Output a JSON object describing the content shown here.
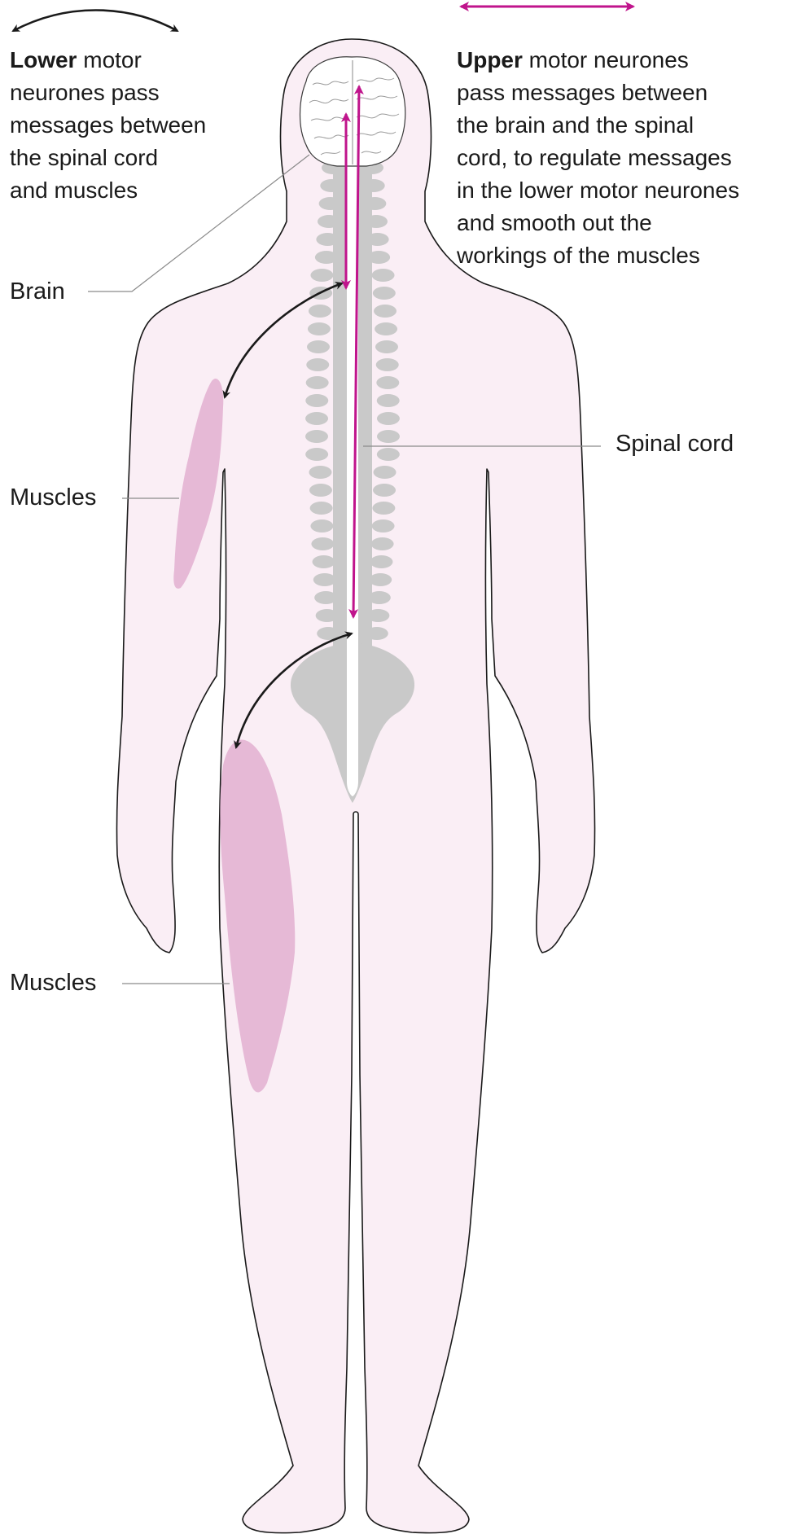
{
  "legend": {
    "lower": {
      "bold": "Lower",
      "lines": [
        " motor",
        "neurones pass",
        "messages between",
        "the spinal cord",
        "and muscles"
      ],
      "arrow_color": "#1a1a1a"
    },
    "upper": {
      "bold": "Upper",
      "lines": [
        " motor neurones",
        "pass messages between",
        "the brain and the spinal",
        "cord, to regulate messages",
        "in the lower motor neurones",
        "and smooth out the",
        "workings of the muscles"
      ],
      "arrow_color": "#c0148c"
    }
  },
  "labels": {
    "brain": "Brain",
    "spinal_cord": "Spinal cord",
    "muscles_arm": "Muscles",
    "muscles_leg": "Muscles"
  },
  "colors": {
    "body_fill": "#faeef5",
    "body_outline": "#1a1a1a",
    "spine": "#c9c9c9",
    "muscle": "#e6b9d6",
    "upper_arrow": "#c0148c",
    "lower_arrow": "#1a1a1a",
    "leader_line": "#8a8a8a"
  }
}
